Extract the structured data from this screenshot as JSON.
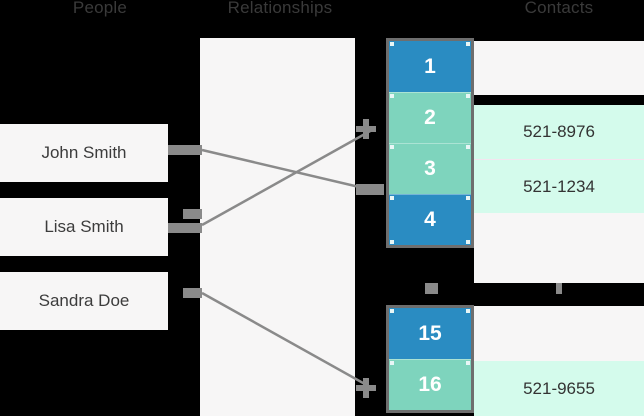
{
  "headers": {
    "left": "People",
    "middle": "Relationships",
    "right": "Contacts"
  },
  "colors": {
    "blue": "#2a8cc2",
    "teal": "#7ed4bd",
    "mint": "#d4fbec",
    "panel": "#f7f6f6",
    "line": "#8a8a8a",
    "border": "#6e6e6e",
    "background": "#000000"
  },
  "left_column": {
    "cards": [
      {
        "name": "John Smith"
      },
      {
        "name": "Lisa Smith"
      },
      {
        "name": "Sandra Doe"
      }
    ]
  },
  "center_column": {
    "group_top": {
      "blocks": [
        {
          "label": "1",
          "color": "blue"
        },
        {
          "label": "2",
          "color": "teal"
        },
        {
          "label": "3",
          "color": "teal"
        },
        {
          "label": "4",
          "color": "blue"
        }
      ]
    },
    "group_bottom": {
      "blocks": [
        {
          "label": "15",
          "color": "blue"
        },
        {
          "label": "16",
          "color": "teal"
        }
      ]
    }
  },
  "right_column": {
    "rows": [
      {
        "value": "",
        "style": "plain"
      },
      {
        "value": "521-8976",
        "style": "mint"
      },
      {
        "value": "521-1234",
        "style": "mint"
      },
      {
        "value": "",
        "style": "plain"
      },
      {
        "value": "",
        "style": "plain"
      },
      {
        "value": "521-9655",
        "style": "mint"
      }
    ]
  },
  "links": [
    {
      "from": "John Smith",
      "to": "3"
    },
    {
      "from": "Lisa Smith",
      "to": "2"
    },
    {
      "from": "Sandra Doe",
      "to": "16"
    }
  ]
}
